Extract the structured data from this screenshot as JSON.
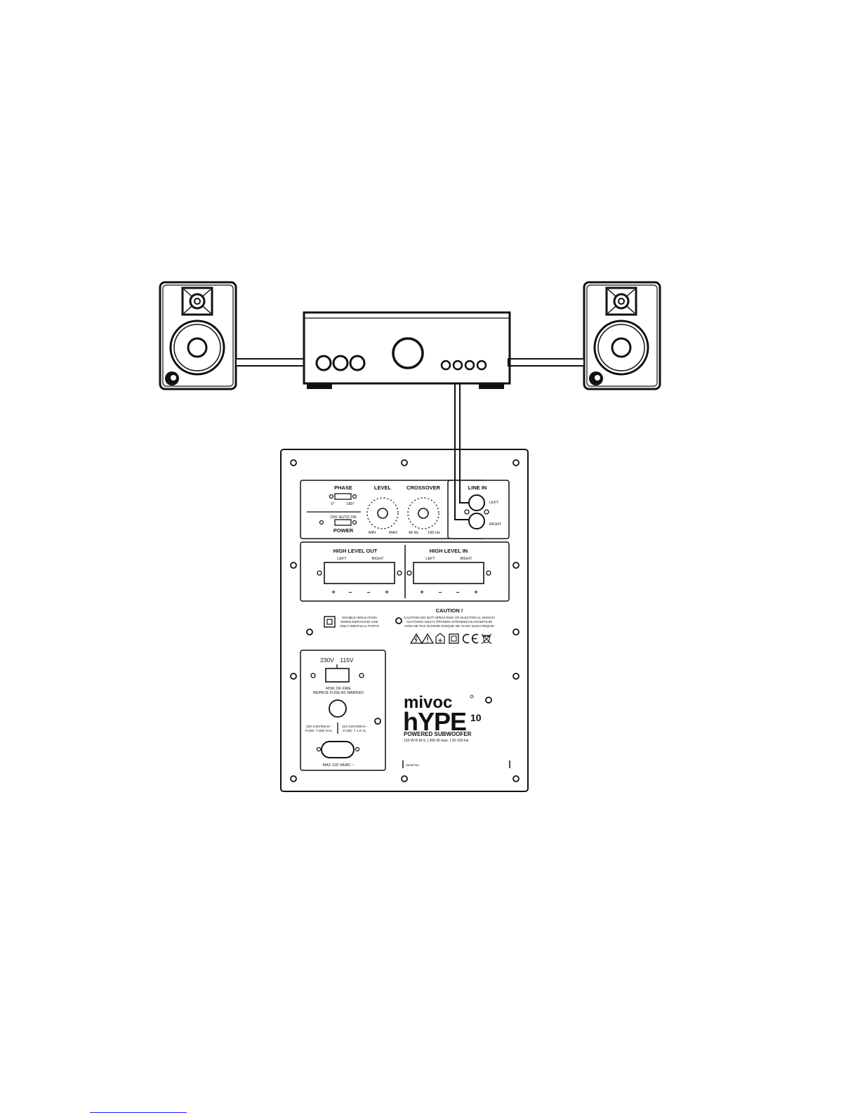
{
  "colors": {
    "ink": "#111111",
    "paper": "#ffffff",
    "footer_rule": "#1a1aff"
  },
  "panel": {
    "phase": {
      "title": "PHASE",
      "left": "0°",
      "right": "180°"
    },
    "level": {
      "title": "LEVEL",
      "min": "MIN",
      "max": "MAX"
    },
    "crossover": {
      "title": "CROSSOVER",
      "min": "40 Hz",
      "max": "160 Hz"
    },
    "power": {
      "title": "POWER",
      "options": "OFF  AUTO  ON"
    },
    "line_in": {
      "title": "LINE IN",
      "left": "LEFT",
      "right": "RIGHT"
    },
    "high_level_out": {
      "title": "HIGH LEVEL OUT",
      "left": "LEFT",
      "right": "RIGHT",
      "terminals": [
        "+",
        "–",
        "–",
        "+"
      ]
    },
    "high_level_in": {
      "title": "HIGH LEVEL IN",
      "left": "LEFT",
      "right": "RIGHT",
      "terminals": [
        "+",
        "–",
        "–",
        "+"
      ]
    },
    "insulation": {
      "line1": "DOUBLE INSULATION",
      "line2": "WHEN SERVICING USE",
      "line3": "ONLY IDENTICAL PARTS"
    },
    "caution": {
      "title": "CAUTION !",
      "line1": "CAUTION! DO NOT OPEN! RISK OF ELECTRICAL SHOCK!",
      "line2": "ACHTUNG! NICHT ÖFFNEN! STROMSCHLAGGEFAHR!",
      "line3": "AVIS! NE PAS OUVRIR! RISQUE DE CHOC ELECTRIQUE!",
      "symbols": [
        "warning-triangle-bolt",
        "warning-triangle-exclamation",
        "home-use-only",
        "double-insulation",
        "ce-mark",
        "weee-bin"
      ]
    },
    "voltage": {
      "v230": "230V",
      "v115": "115V"
    },
    "fuse_warning": {
      "line1": "RISK OF FIRE",
      "line2": "REPACE FUSE AS MARKED"
    },
    "fuse_230": {
      "line1": "220-240V/50Hz~",
      "line2": "FUSE: T 800 mAL"
    },
    "fuse_115": {
      "line1": "110-120V/60Hz~",
      "line2": "FUSE: T 1,6 AL"
    },
    "mains": {
      "label": "MAX 120 VA/AC ~"
    },
    "brand": {
      "logo": "mivoc",
      "model": "hYPE",
      "model_sup": "10",
      "subtitle": "POWERED SUBWOOFER",
      "spec": "120 W R.M.S. | 300 W max. | 20-160 Hz"
    },
    "serial": {
      "label": "Serial No."
    }
  }
}
